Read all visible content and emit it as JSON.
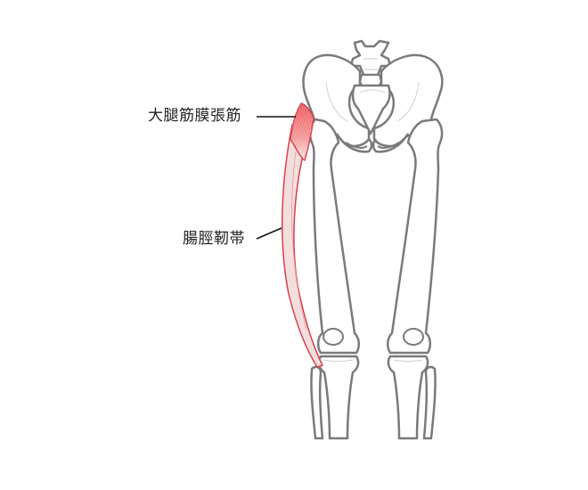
{
  "diagram": {
    "subject": "pelvis-and-lower-limb-skeleton-anterior-view",
    "labels": [
      {
        "id": "tfl",
        "text": "大腿筋膜張筋"
      },
      {
        "id": "itb",
        "text": "腸脛靭帯"
      }
    ],
    "colors": {
      "bone_outline": "#7a7a7a",
      "bone_fill": "#ffffff",
      "bone_detail": "#c8c8c8",
      "muscle_fill": "#f07878",
      "muscle_outline": "#d8404a",
      "band_fill": "#f3dede",
      "leader_line": "#111111",
      "text": "#222222"
    }
  }
}
